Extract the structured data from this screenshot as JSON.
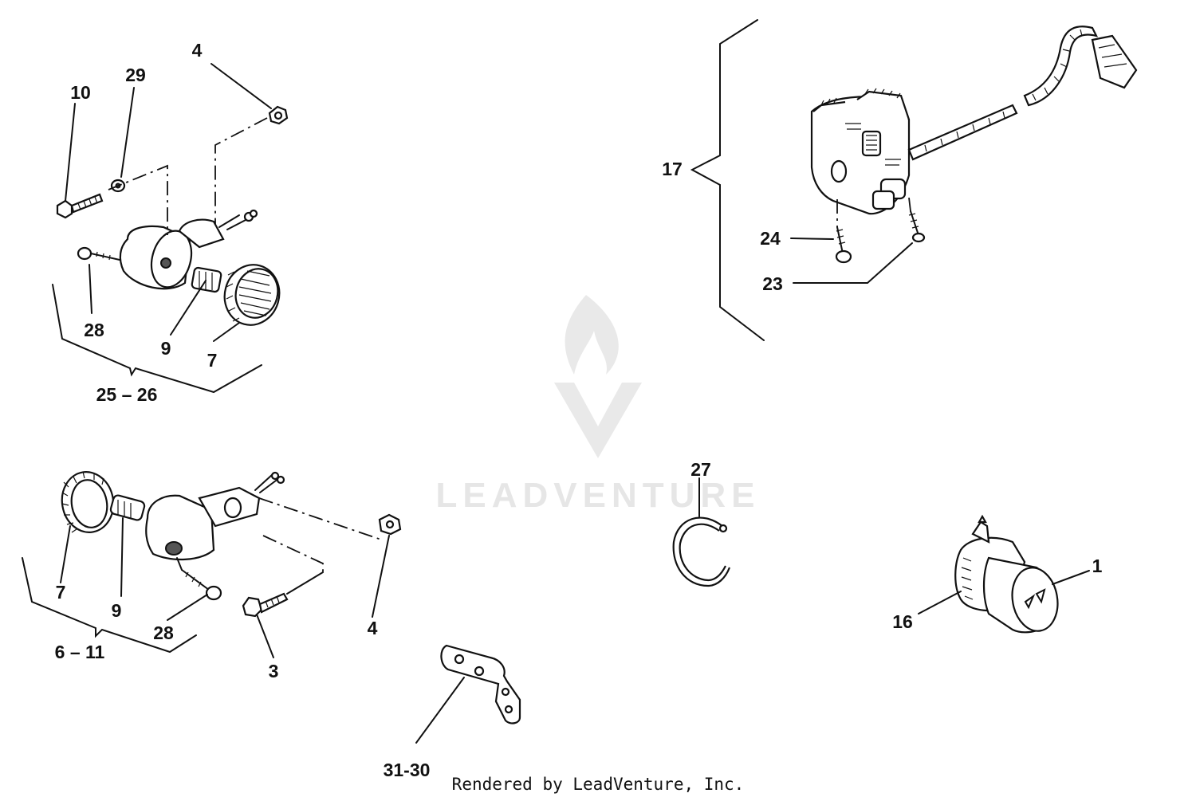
{
  "callouts": {
    "c10": "10",
    "c29": "29",
    "c4a": "4",
    "c28a": "28",
    "c9a": "9",
    "c7a": "7",
    "c25_26": "25 – 26",
    "c17": "17",
    "c24": "24",
    "c23": "23",
    "c7b": "7",
    "c9b": "9",
    "c28b": "28",
    "c6_11": "6 – 11",
    "c3": "3",
    "c4b": "4",
    "c27": "27",
    "c1": "1",
    "c16": "16",
    "c31_30": "31-30"
  },
  "watermark": {
    "brand": "LEADVENTURE",
    "logo_icon": "flame-v-logo-icon"
  },
  "footer": "Rendered by LeadVenture, Inc."
}
